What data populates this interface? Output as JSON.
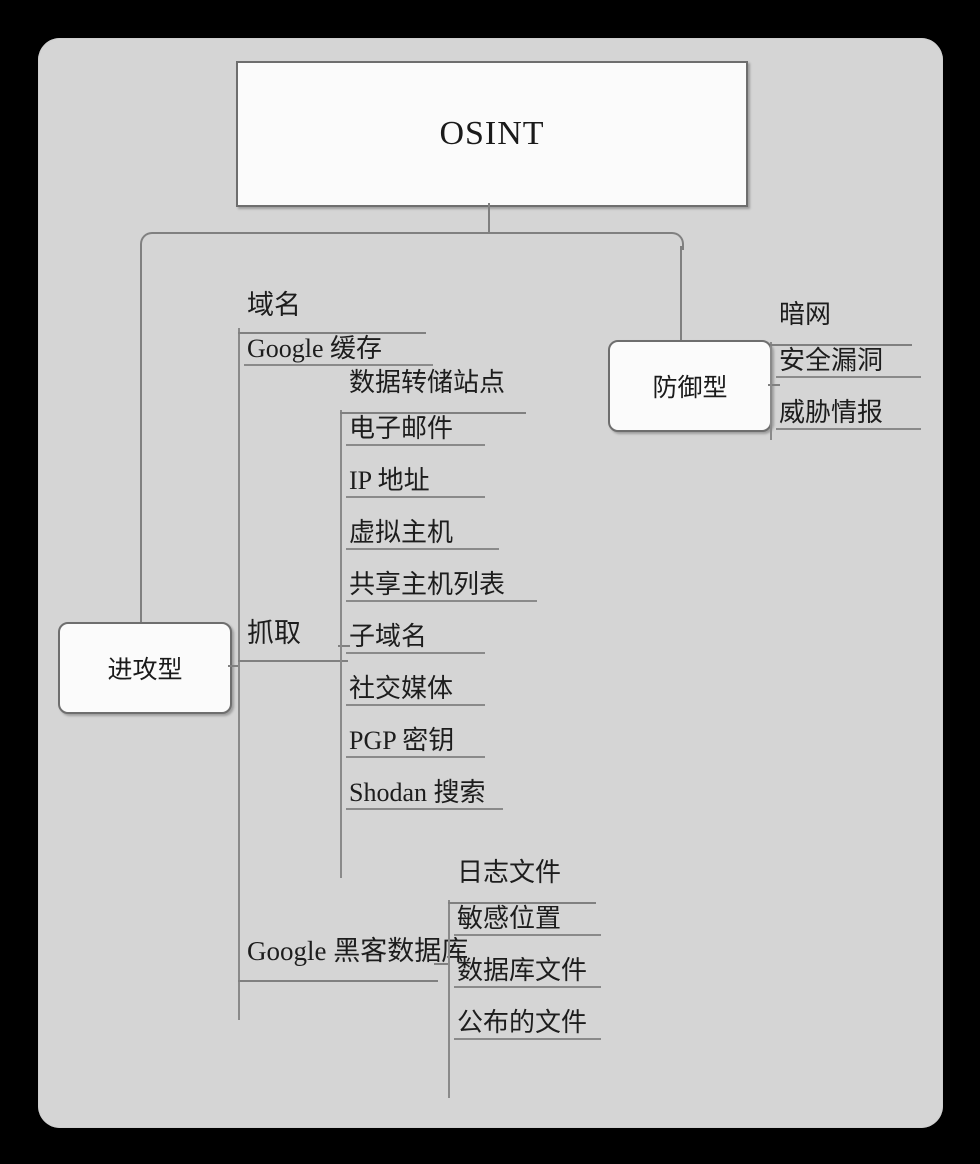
{
  "diagram": {
    "title": "OSINT",
    "root": {
      "label": "OSINT"
    },
    "branches": {
      "offensive": {
        "label": "进攻型"
      },
      "defensive": {
        "label": "防御型"
      }
    },
    "offensive_groups": [
      {
        "name": "domain-group",
        "header": "域名",
        "items": [
          "Google 缓存"
        ]
      },
      {
        "name": "crawl-group",
        "header": "抓取",
        "items": [
          "数据转储站点",
          "电子邮件",
          "IP 地址",
          "虚拟主机",
          "共享主机列表",
          "子域名",
          "社交媒体",
          "PGP 密钥",
          "Shodan 搜索"
        ]
      },
      {
        "name": "ghdb-group",
        "header": "Google 黑客数据库",
        "items": [
          "日志文件",
          "敏感位置",
          "数据库文件",
          "公布的文件"
        ]
      }
    ],
    "defensive_group": {
      "name": "defensive-group",
      "items": [
        "暗网",
        "安全漏洞",
        "威胁情报"
      ]
    },
    "colors": {
      "page_background": "#000000",
      "canvas_background": "#d5d5d5",
      "node_fill": "#fbfbfb",
      "node_border": "#6e6e6e",
      "connector": "#808080",
      "underline": "#8a8a8a",
      "text": "#1a1a1a"
    }
  }
}
